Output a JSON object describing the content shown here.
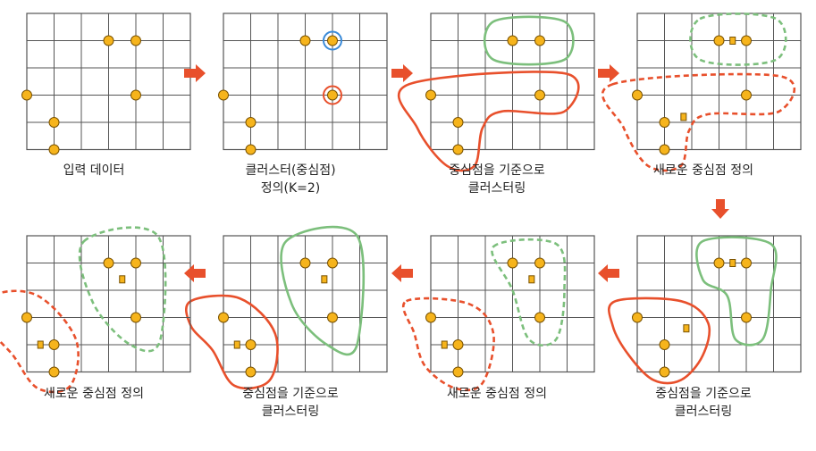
{
  "colors": {
    "grid": "#555555",
    "point_fill": "#f6b41c",
    "point_stroke": "#7a5200",
    "red": "#e8502c",
    "green": "#7cbf7c",
    "blue_ring": "#3a8ad8",
    "arrow": "#e8502c"
  },
  "panels": [
    {
      "caption_lines": [
        "입력 데이터"
      ],
      "points": [
        [
          3,
          1
        ],
        [
          4,
          1
        ],
        [
          0,
          3
        ],
        [
          4,
          3
        ],
        [
          1,
          4
        ],
        [
          1,
          5
        ]
      ],
      "centroids": [],
      "rings": [],
      "clusters": []
    },
    {
      "caption_lines": [
        "클러스터(중심점)",
        "정의(K=2)"
      ],
      "points": [
        [
          3,
          1
        ],
        [
          4,
          1
        ],
        [
          0,
          3
        ],
        [
          4,
          3
        ],
        [
          1,
          4
        ],
        [
          1,
          5
        ]
      ],
      "centroids": [],
      "rings": [
        {
          "p": [
            4,
            1
          ],
          "color": "blue_ring"
        },
        {
          "p": [
            4,
            3
          ],
          "color": "red"
        }
      ],
      "clusters": []
    },
    {
      "caption_lines": [
        "중심점을 기준으로",
        "클러스터링"
      ],
      "points": [
        [
          3,
          1
        ],
        [
          4,
          1
        ],
        [
          0,
          3
        ],
        [
          4,
          3
        ],
        [
          1,
          4
        ],
        [
          1,
          5
        ]
      ],
      "centroids": [],
      "rings": [],
      "clusters": [
        {
          "color": "green",
          "style": "solid",
          "shape": [
            [
              2.3,
              0.3
            ],
            [
              4.9,
              0.3
            ],
            [
              4.9,
              1.7
            ],
            [
              2.3,
              1.7
            ]
          ]
        },
        {
          "color": "red",
          "style": "solid",
          "shape": [
            [
              -0.8,
              2.6
            ],
            [
              4.9,
              2.2
            ],
            [
              4.9,
              3.6
            ],
            [
              2.6,
              3.6
            ],
            [
              1.9,
              4.2
            ],
            [
              1.6,
              5.6
            ],
            [
              0.6,
              5.6
            ],
            [
              -0.5,
              4.2
            ]
          ]
        }
      ]
    },
    {
      "caption_lines": [
        "새로운 중심점 정의"
      ],
      "points": [
        [
          3,
          1
        ],
        [
          4,
          1
        ],
        [
          0,
          3
        ],
        [
          4,
          3
        ],
        [
          1,
          4
        ],
        [
          1,
          5
        ]
      ],
      "centroids": [
        [
          3.5,
          1
        ],
        [
          1.7,
          3.8
        ]
      ],
      "rings": [],
      "clusters": [
        {
          "color": "green",
          "style": "dashed",
          "shape": [
            [
              2.3,
              0.2
            ],
            [
              5.1,
              0.2
            ],
            [
              5.1,
              1.7
            ],
            [
              2.3,
              1.7
            ]
          ]
        },
        {
          "color": "red",
          "style": "dashed",
          "shape": [
            [
              -0.9,
              2.6
            ],
            [
              5.2,
              2.3
            ],
            [
              5.2,
              3.6
            ],
            [
              2.6,
              3.7
            ],
            [
              1.9,
              4.3
            ],
            [
              1.6,
              5.6
            ],
            [
              0.4,
              5.6
            ],
            [
              -0.5,
              4.2
            ]
          ]
        }
      ]
    },
    {
      "caption_lines": [
        "중심점을 기준으로",
        "클러스터링"
      ],
      "points": [
        [
          3,
          1
        ],
        [
          4,
          1
        ],
        [
          0,
          3
        ],
        [
          4,
          3
        ],
        [
          1,
          4
        ],
        [
          1,
          5
        ]
      ],
      "centroids": [
        [
          3.5,
          1
        ],
        [
          1.8,
          3.4
        ]
      ],
      "rings": [],
      "clusters": [
        {
          "color": "green",
          "style": "solid",
          "shape": [
            [
              2.4,
              0.2
            ],
            [
              4.9,
              0.3
            ],
            [
              4.9,
              2.0
            ],
            [
              4.6,
              3.8
            ],
            [
              3.6,
              3.8
            ],
            [
              3.3,
              2.2
            ],
            [
              2.4,
              1.6
            ]
          ]
        },
        {
          "color": "red",
          "style": "solid",
          "shape": [
            [
              -0.8,
              2.4
            ],
            [
              1.6,
              2.4
            ],
            [
              2.6,
              3.2
            ],
            [
              2.4,
              4.4
            ],
            [
              1.6,
              5.3
            ],
            [
              0.6,
              5.3
            ],
            [
              -0.3,
              4.4
            ],
            [
              -0.9,
              3.3
            ]
          ]
        }
      ]
    },
    {
      "caption_lines": [
        "새로운 중심점 정의"
      ],
      "points": [
        [
          3,
          1
        ],
        [
          4,
          1
        ],
        [
          0,
          3
        ],
        [
          4,
          3
        ],
        [
          1,
          4
        ],
        [
          1,
          5
        ]
      ],
      "centroids": [
        [
          3.7,
          1.6
        ],
        [
          0.5,
          4
        ]
      ],
      "rings": [],
      "clusters": [
        {
          "color": "green",
          "style": "dashed",
          "shape": [
            [
              2.3,
              0.4
            ],
            [
              4.6,
              0.3
            ],
            [
              4.9,
              2.0
            ],
            [
              4.6,
              3.8
            ],
            [
              3.6,
              3.8
            ],
            [
              3.0,
              2.0
            ]
          ]
        },
        {
          "color": "red",
          "style": "dashed",
          "shape": [
            [
              -0.9,
              2.4
            ],
            [
              1.4,
              2.5
            ],
            [
              2.3,
              3.6
            ],
            [
              1.9,
              5.4
            ],
            [
              0.9,
              5.6
            ],
            [
              -0.2,
              4.8
            ],
            [
              -0.6,
              3.6
            ]
          ]
        }
      ]
    },
    {
      "caption_lines": [
        "중심점을 기준으로",
        "클러스터링"
      ],
      "points": [
        [
          3,
          1
        ],
        [
          4,
          1
        ],
        [
          0,
          3
        ],
        [
          4,
          3
        ],
        [
          1,
          4
        ],
        [
          1,
          5
        ]
      ],
      "centroids": [
        [
          3.7,
          1.6
        ],
        [
          0.5,
          4
        ]
      ],
      "rings": [],
      "clusters": [
        {
          "color": "green",
          "style": "solid",
          "shape": [
            [
              2.3,
              0.2
            ],
            [
              4.9,
              0.0
            ],
            [
              4.9,
              4.0
            ],
            [
              3.8,
              4.0
            ],
            [
              2.5,
              2.5
            ]
          ]
        },
        {
          "color": "red",
          "style": "solid",
          "shape": [
            [
              -1.2,
              2.4
            ],
            [
              0.6,
              2.3
            ],
            [
              1.9,
              3.6
            ],
            [
              1.7,
              5.3
            ],
            [
              0.4,
              5.5
            ],
            [
              -0.4,
              4.2
            ],
            [
              -1.2,
              3.3
            ]
          ]
        }
      ]
    },
    {
      "caption_lines": [
        "새로운 중심점 정의"
      ],
      "points": [
        [
          3,
          1
        ],
        [
          4,
          1
        ],
        [
          0,
          3
        ],
        [
          4,
          3
        ],
        [
          1,
          4
        ],
        [
          1,
          5
        ]
      ],
      "centroids": [
        [
          3.5,
          1.6
        ],
        [
          0.5,
          4
        ]
      ],
      "rings": [],
      "clusters": [
        {
          "color": "green",
          "style": "dashed",
          "shape": [
            [
              2.1,
              0.2
            ],
            [
              4.8,
              0.0
            ],
            [
              4.9,
              3.8
            ],
            [
              3.8,
              4.0
            ],
            [
              2.4,
              2.4
            ]
          ]
        },
        {
          "color": "red",
          "style": "dashed",
          "shape": [
            [
              -1.2,
              2.2
            ],
            [
              0.4,
              2.2
            ],
            [
              1.8,
              3.8
            ],
            [
              1.6,
              5.5
            ],
            [
              0.4,
              5.6
            ],
            [
              -0.5,
              4.4
            ],
            [
              -1.3,
              3.4
            ]
          ]
        }
      ]
    }
  ]
}
